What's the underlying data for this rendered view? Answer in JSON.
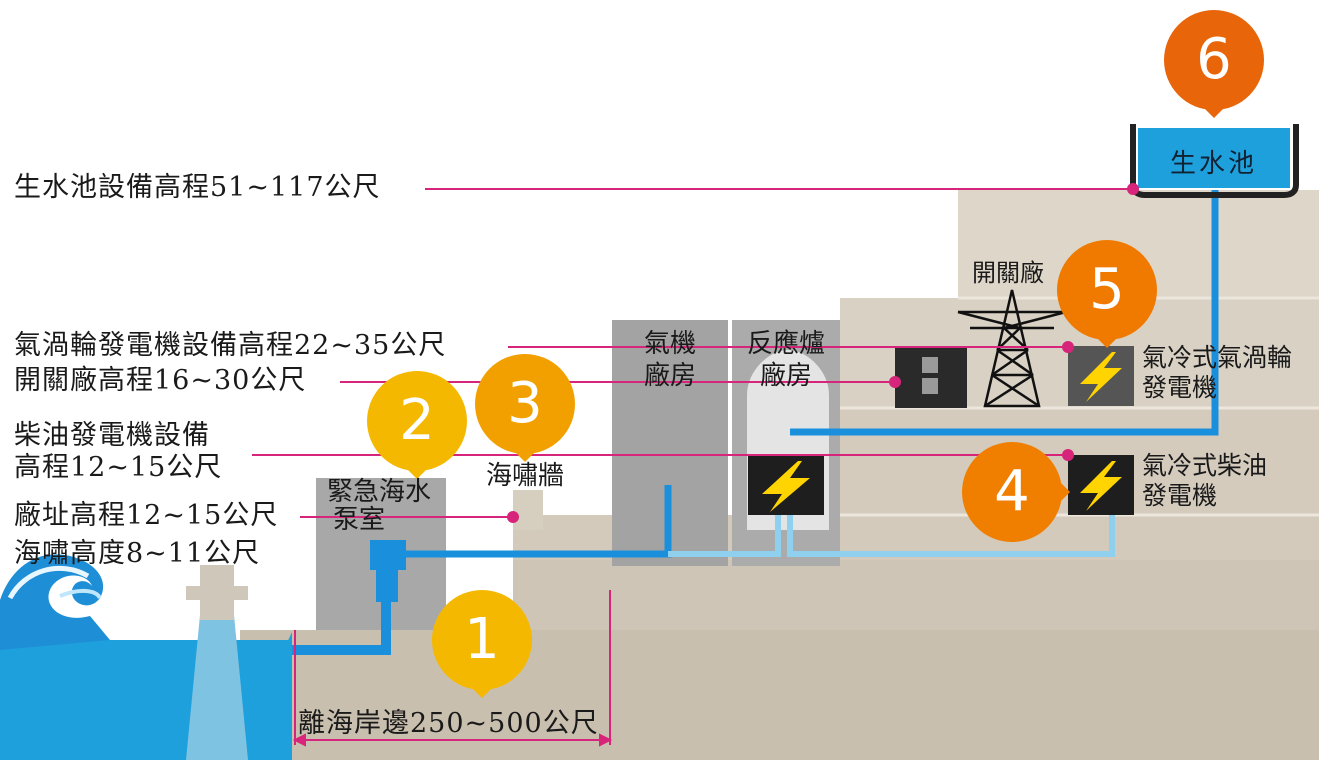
{
  "levels": {
    "pool_height": "生水池設備高程51~117公尺",
    "gas_turbine_height": "氣渦輪發電機設備高程22~35公尺",
    "switchyard_height": "開關廠高程16~30公尺",
    "diesel_height_line1": "柴油發電機設備",
    "diesel_height_line2": "高程12~15公尺",
    "site_height": "廠址高程12~15公尺",
    "tsunami_height": "海嘯高度8~11公尺",
    "distance": "離海岸邊250~500公尺"
  },
  "buildings": {
    "pump_room_line1": "緊急海水",
    "pump_room_line2": "泵室",
    "seawall": "海嘯牆",
    "turbine_line1": "氣機",
    "turbine_line2": "廠房",
    "reactor_line1": "反應爐",
    "reactor_line2": "廠房",
    "switchyard": "開關廠",
    "pool": "生水池"
  },
  "equipment": {
    "gas_turbine_line1": "氣冷式氣渦輪",
    "gas_turbine_line2": "發電機",
    "diesel_line1": "氣冷式柴油",
    "diesel_line2": "發電機"
  },
  "markers": [
    "1",
    "2",
    "3",
    "4",
    "5",
    "6"
  ],
  "colors": {
    "sea": "#1ea0dc",
    "pipe_dark": "#1a8fdc",
    "pipe_light": "#8fd0ee",
    "marker_yellow": "#f5b800",
    "marker_orange": "#f08a00",
    "marker_deep": "#e8650a",
    "leader": "#d6257a",
    "terrain": "#d9d1c4",
    "building": "#a8a8a8"
  },
  "icons": [
    "lightning-bolt-icon",
    "transmission-tower-icon",
    "wave-icon"
  ]
}
